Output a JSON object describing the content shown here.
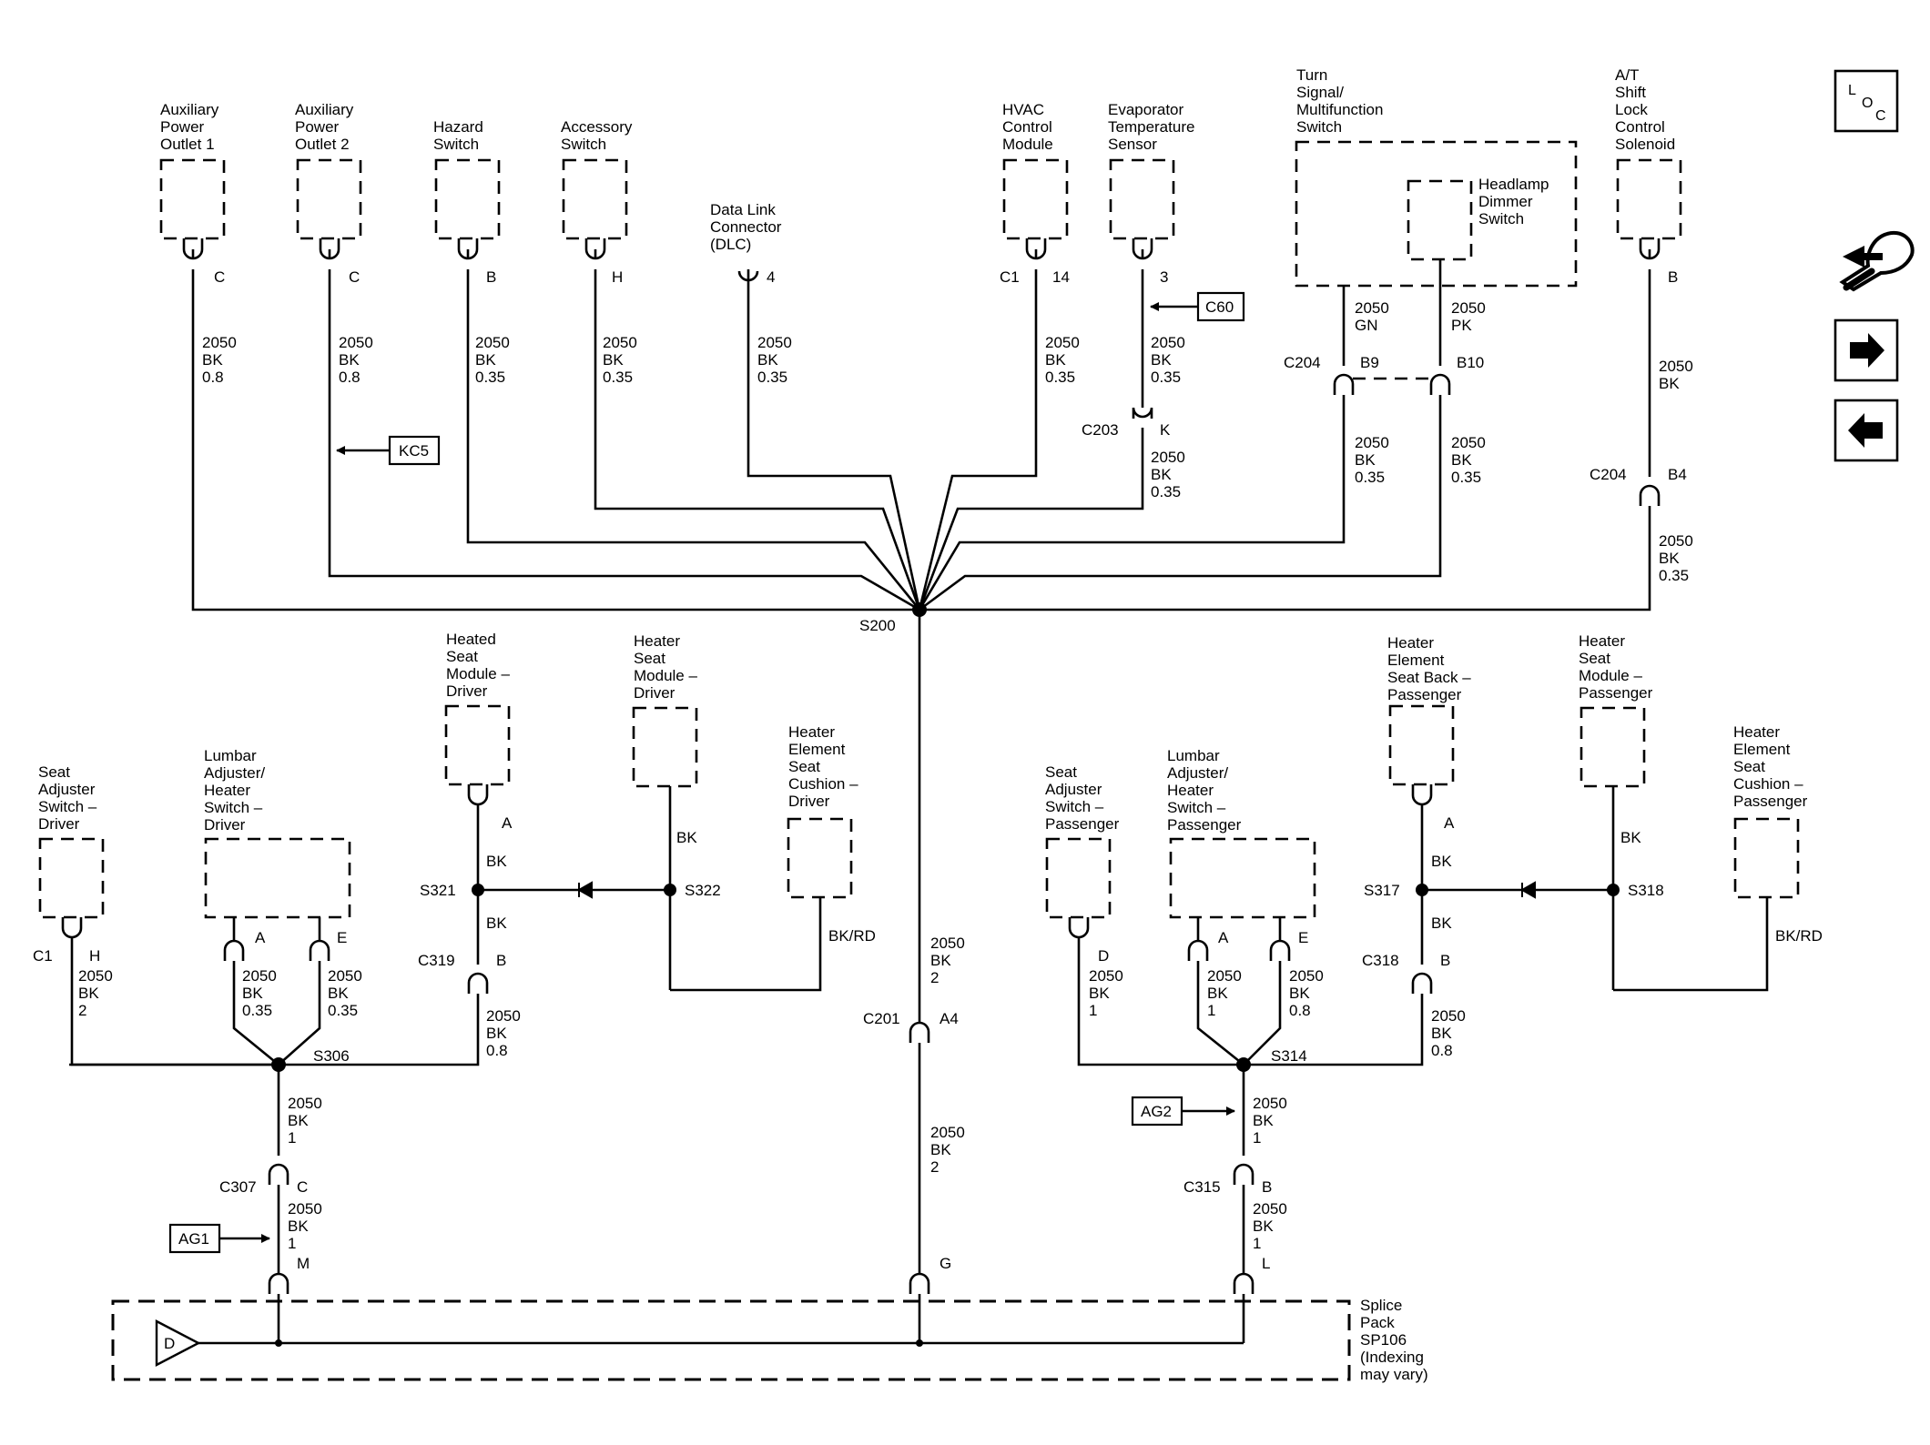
{
  "nav": {
    "loc": {
      "l1": "L",
      "l2": "O",
      "l3": "C"
    }
  },
  "comp": {
    "aux1": [
      "Auxiliary",
      "Power",
      "Outlet 1"
    ],
    "aux2": [
      "Auxiliary",
      "Power",
      "Outlet 2"
    ],
    "hazard": [
      "Hazard",
      "Switch"
    ],
    "accessory": [
      "Accessory",
      "Switch"
    ],
    "dlc": [
      "Data Link",
      "Connector",
      "(DLC)"
    ],
    "hvac": [
      "HVAC",
      "Control",
      "Module"
    ],
    "evap": [
      "Evaporator",
      "Temperature",
      "Sensor"
    ],
    "turn": [
      "Turn",
      "Signal/",
      "Multifunction",
      "Switch"
    ],
    "headlamp": [
      "Headlamp",
      "Dimmer",
      "Switch"
    ],
    "atshift": [
      "A/T",
      "Shift",
      "Lock",
      "Control",
      "Solenoid"
    ],
    "hsm_drv": [
      "Heated",
      "Seat",
      "Module –",
      "Driver"
    ],
    "hsm_drv2": [
      "Heater",
      "Seat",
      "Module –",
      "Driver"
    ],
    "hesc_drv": [
      "Heater",
      "Element",
      "Seat",
      "Cushion –",
      "Driver"
    ],
    "seatadj_drv": [
      "Seat",
      "Adjuster",
      "Switch –",
      "Driver"
    ],
    "lumbar_drv": [
      "Lumbar",
      "Adjuster/",
      "Heater",
      "Switch –",
      "Driver"
    ],
    "seatadj_pass": [
      "Seat",
      "Adjuster",
      "Switch –",
      "Passenger"
    ],
    "lumbar_pass": [
      "Lumbar",
      "Adjuster/",
      "Heater",
      "Switch –",
      "Passenger"
    ],
    "hesb_pass": [
      "Heater",
      "Element",
      "Seat Back –",
      "Passenger"
    ],
    "hsm_pass": [
      "Heater",
      "Seat",
      "Module –",
      "Passenger"
    ],
    "hesc_pass": [
      "Heater",
      "Element",
      "Seat",
      "Cushion –",
      "Passenger"
    ],
    "splice": [
      "Splice",
      "Pack",
      "SP106",
      "(Indexing",
      "may vary)"
    ]
  },
  "pins": {
    "aux1": "C",
    "aux2": "C",
    "hazard": "B",
    "accessory": "H",
    "dlc": "4",
    "hvac_conn": "C1",
    "hvac_pin": "14",
    "evap": "3",
    "c203": "C203",
    "c203_pin": "K",
    "c204": "C204",
    "b9": "B9",
    "b10": "B10",
    "atshift": "B",
    "c204b": "C204",
    "b4": "B4",
    "hsm_drv": "A",
    "c319": "C319",
    "c319_pin": "B",
    "seatadj_drv_conn": "C1",
    "seatadj_drv_pin": "H",
    "lumbar_drv_a": "A",
    "lumbar_drv_e": "E",
    "c307": "C307",
    "c307_pin": "C",
    "m": "M",
    "c201": "C201",
    "a4": "A4",
    "g": "G",
    "seatadj_pass": "D",
    "lumbar_pass_a": "A",
    "lumbar_pass_e": "E",
    "hesb_pass": "A",
    "c318": "C318",
    "c318_pin": "B",
    "c315": "C315",
    "c315_pin": "B",
    "l": "L"
  },
  "wires": {
    "aux1": [
      "2050",
      "BK",
      "0.8"
    ],
    "aux2": [
      "2050",
      "BK",
      "0.8"
    ],
    "hazard": [
      "2050",
      "BK",
      "0.35"
    ],
    "accessory": [
      "2050",
      "BK",
      "0.35"
    ],
    "dlc": [
      "2050",
      "BK",
      "0.35"
    ],
    "hvac": [
      "2050",
      "BK",
      "0.35"
    ],
    "evap": [
      "2050",
      "BK",
      "0.35"
    ],
    "evap2": [
      "2050",
      "BK",
      "0.35"
    ],
    "turn_gn": [
      "2050",
      "GN"
    ],
    "turn_pk": [
      "2050",
      "PK"
    ],
    "b9": [
      "2050",
      "BK",
      "0.35"
    ],
    "b10": [
      "2050",
      "BK",
      "0.35"
    ],
    "atshift": [
      "2050",
      "BK"
    ],
    "b4": [
      "2050",
      "BK",
      "0.35"
    ],
    "center1": [
      "2050",
      "BK",
      "2"
    ],
    "center2": [
      "2050",
      "BK",
      "2"
    ],
    "hsm_drv_a": "BK",
    "hsm_drv2": "BK",
    "c319_top": "BK",
    "hesc_drv": "BK/RD",
    "seatadj_drv": [
      "2050",
      "BK",
      "2"
    ],
    "lumbar_drv_a": [
      "2050",
      "BK",
      "0.35"
    ],
    "lumbar_drv_e": [
      "2050",
      "BK",
      "0.35"
    ],
    "c319": [
      "2050",
      "BK",
      "0.8"
    ],
    "s306_down": [
      "2050",
      "BK",
      "1"
    ],
    "c307_down": [
      "2050",
      "BK",
      "1"
    ],
    "seatadj_pass": [
      "2050",
      "BK",
      "1"
    ],
    "lumbar_pass_a": [
      "2050",
      "BK",
      "1"
    ],
    "lumbar_pass_e": [
      "2050",
      "BK",
      "0.8"
    ],
    "c318": [
      "2050",
      "BK",
      "0.8"
    ],
    "hesb_pass_a": "BK",
    "c318_top": "BK",
    "hsm_pass": "BK",
    "hesc_pass": "BK/RD",
    "s314_down": [
      "2050",
      "BK",
      "1"
    ],
    "c315_down": [
      "2050",
      "BK",
      "1"
    ]
  },
  "splices": {
    "s200": "S200",
    "s321": "S321",
    "s322": "S322",
    "s306": "S306",
    "s317": "S317",
    "s318": "S318",
    "s314": "S314"
  },
  "refs": {
    "kc5": "KC5",
    "c60": "C60",
    "ag1": "AG1",
    "ag2": "AG2",
    "d": "D"
  }
}
